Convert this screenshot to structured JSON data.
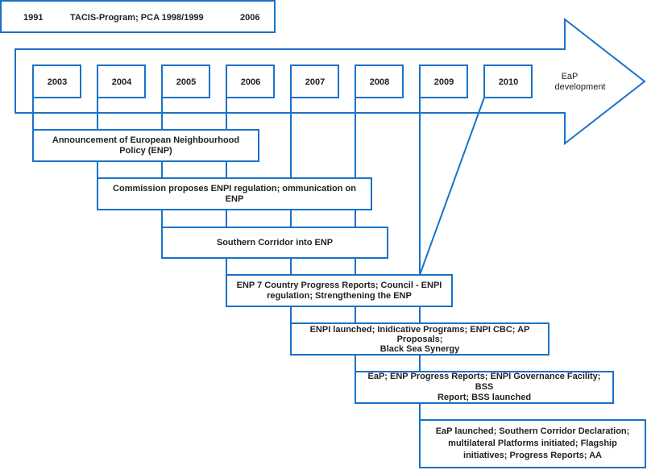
{
  "header": {
    "year_start": "1991",
    "program": "TACIS-Program; PCA 1998/1999",
    "year_end": "2006"
  },
  "arrow": {
    "label_line1": "EaP",
    "label_line2": "development"
  },
  "years": [
    "2003",
    "2004",
    "2005",
    "2006",
    "2007",
    "2008",
    "2009",
    "2010"
  ],
  "events": [
    "Announcement of European Neighbourhood\nPolicy (ENP)",
    "Commission proposes ENPI regulation; ommunication on\nENP",
    "Southern Corridor into ENP",
    "ENP 7 Country Progress Reports; Council - ENPI\nregulation; Strengthening the ENP",
    "ENPI launched; Inidicative Programs; ENPI CBC; AP\nProposals;\nBlack Sea Synergy",
    "EaP; ENP Progress Reports; ENPI Governance Facility; BSS\nReport; BSS launched",
    "EaP launched; Southern Corridor Declaration;\nmultilateral Platforms initiated; Flagship\ninitiatives; Progress Reports; AA"
  ],
  "colors": {
    "stroke": "#1a72c7",
    "fill": "#ffffff",
    "text": "#222222"
  }
}
